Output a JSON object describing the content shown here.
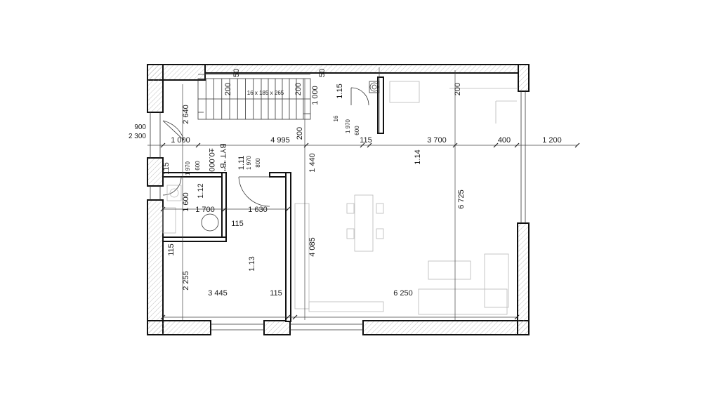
{
  "plan": {
    "stair_spec": "16 x 185 x 265",
    "stair_steps": "16",
    "entrance_level": "±0.000",
    "entrance_name": "BYT \"B\"",
    "rooms": {
      "r_1_11": "1.11",
      "r_1_12": "1.12",
      "r_1_13": "1.13",
      "r_1_14": "1.14",
      "r_1_15": "1.15"
    },
    "dimensions": {
      "d_50_a": "50",
      "d_50_b": "50",
      "d_200_st1": "200",
      "d_200_st2": "200",
      "d_1000_st": "1 000",
      "d_200_right": "200",
      "d_2640": "2 640",
      "d_200_mid": "200",
      "d_900": "900",
      "d_2300": "2 300",
      "d_1000_row": "1 000",
      "d_4995": "4 995",
      "d_115_row": "115",
      "d_3700": "3 700",
      "d_400": "400",
      "d_1200": "1 200",
      "d_1440": "1 440",
      "d_6725": "6 725",
      "d_4085": "4 085",
      "d_115_w1": "115",
      "d_1970_a": "1 970",
      "d_600_a": "600",
      "d_1970_b": "1 970",
      "d_800": "800",
      "d_1970_c": "1 970",
      "d_600_c": "600",
      "d_1600": "1 600",
      "d_1700": "1 700",
      "d_1630": "1 630",
      "d_115_mid": "115",
      "d_115_left": "115",
      "d_2255": "2 255",
      "d_3445": "3 445",
      "d_115_bot": "115",
      "d_6250": "6 250"
    }
  }
}
